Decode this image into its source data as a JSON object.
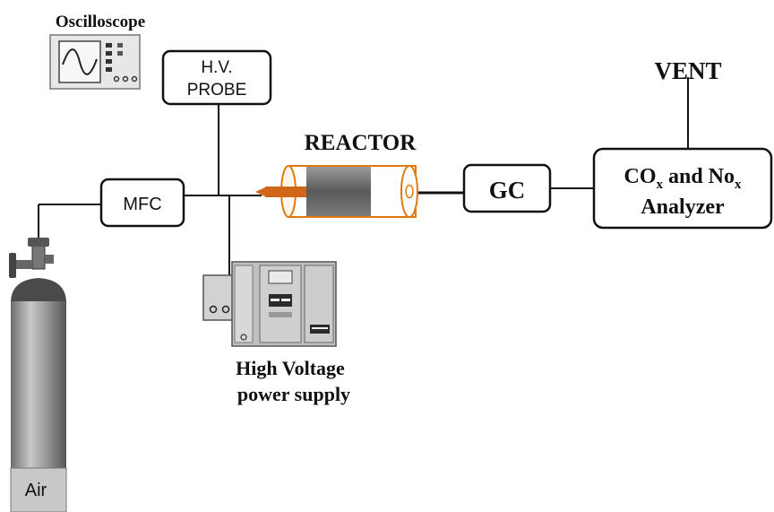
{
  "labels": {
    "oscilloscope": "Oscilloscope",
    "hv_probe_line1": "H.V.",
    "hv_probe_line2": "PROBE",
    "reactor": "REACTOR",
    "vent": "VENT",
    "mfc": "MFC",
    "gc": "GC",
    "analyzer_co": "CO",
    "analyzer_sub1": "x",
    "analyzer_and": " and No",
    "analyzer_sub2": "x",
    "analyzer_line2": "Analyzer",
    "hv_supply_line1": "High Voltage",
    "hv_supply_line2": "power supply",
    "cylinder": "Air"
  },
  "colors": {
    "reactor_outline": "#e07a10",
    "electrode": "#d0661a",
    "dielectric": "#6f6f6f",
    "equipment_body": "#b9b9b9",
    "cylinder_body": "#9a9a9a"
  }
}
